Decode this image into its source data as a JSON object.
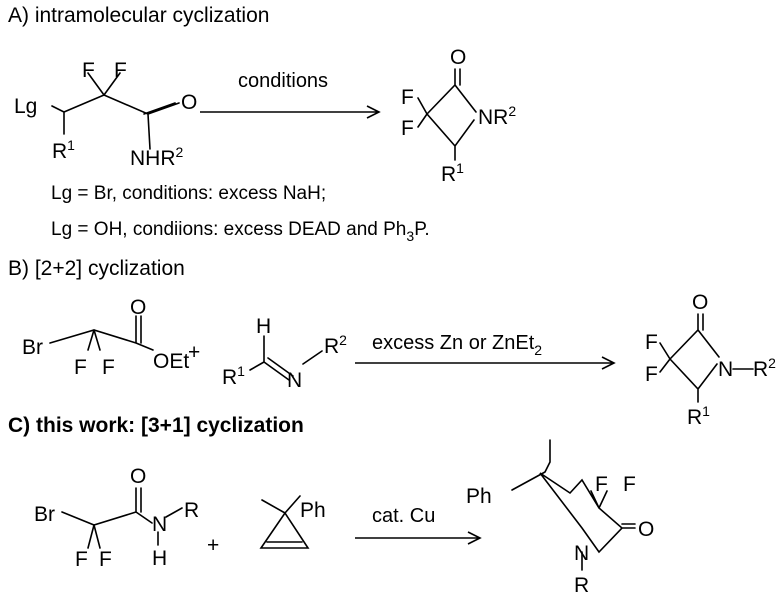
{
  "sections": {
    "a": {
      "header": "A) intramolecular cyclization",
      "reactant": {
        "lg": "Lg",
        "f1": "F",
        "f2": "F",
        "o": "O",
        "nhr_main": "NHR",
        "nhr_sup": "2",
        "r_main": "R",
        "r_sup": "1"
      },
      "arrow_label": "conditions",
      "product": {
        "o": "O",
        "f1": "F",
        "f2": "F",
        "n_main": "NR",
        "n_sup": "2",
        "r_main": "R",
        "r_sup": "1"
      },
      "note1": "Lg = Br, conditions: excess NaH;",
      "note2_pre": "Lg = OH, condiions: excess DEAD and Ph",
      "note2_sub": "3",
      "note2_post": "P."
    },
    "b": {
      "header": "B) [2+2] cyclization",
      "ester": {
        "br": "Br",
        "o": "O",
        "oet": "OEt",
        "f1": "F",
        "f2": "F"
      },
      "plus": "+",
      "imine": {
        "h": "H",
        "r1_main": "R",
        "r1_sup": "1",
        "n": "N",
        "r2_main": "R",
        "r2_sup": "2"
      },
      "arrow_label_pre": "excess Zn or ZnEt",
      "arrow_label_sub": "2",
      "product": {
        "o": "O",
        "f1": "F",
        "f2": "F",
        "n": "N",
        "r2_main": "R",
        "r2_sup": "2",
        "r1_main": "R",
        "r1_sup": "1"
      }
    },
    "c": {
      "header": "C) this work: [3+1] cyclization",
      "amide": {
        "br": "Br",
        "o": "O",
        "n": "N",
        "h": "H",
        "r": "R",
        "f1": "F",
        "f2": "F"
      },
      "plus": "+",
      "cyclopropene": {
        "ph": "Ph"
      },
      "arrow_label": "cat. Cu",
      "product": {
        "ph": "Ph",
        "f1": "F",
        "f2": "F",
        "o": "O",
        "n": "N",
        "r": "R"
      }
    }
  }
}
